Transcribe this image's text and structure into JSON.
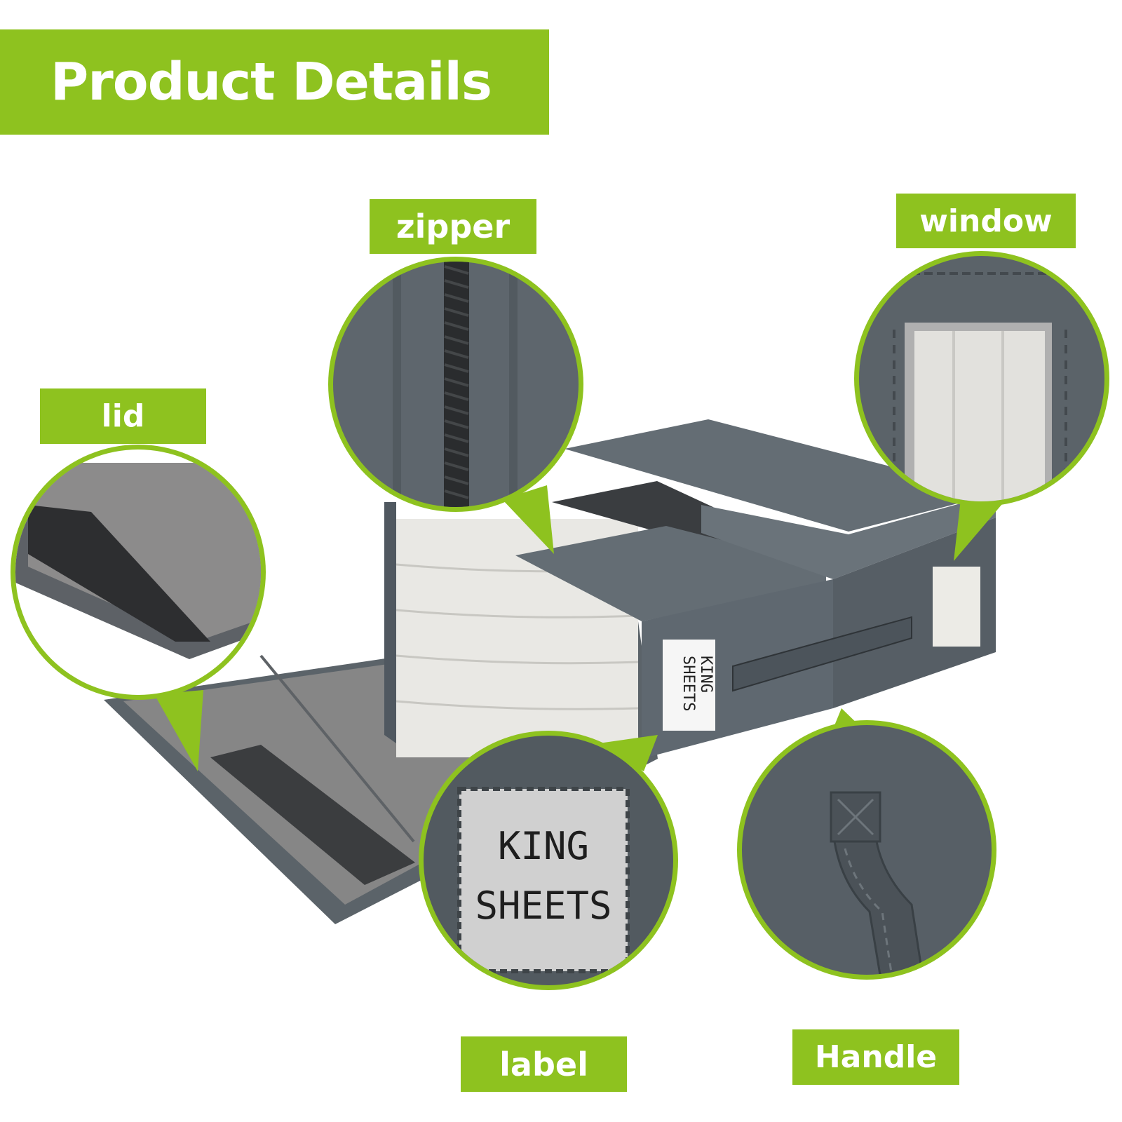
{
  "title": "Product Details",
  "callouts": {
    "zipper": "zipper",
    "window": "window",
    "lid": "lid",
    "label": "label",
    "handle": "Handle"
  },
  "box_label": {
    "line1": "KING",
    "line2": "SHEETS"
  },
  "colors": {
    "accent_green": "#8ec21f",
    "fabric_gray": "#5f6870",
    "lid_inner_gray": "#858585",
    "sheets_white": "#e9e8e4"
  }
}
